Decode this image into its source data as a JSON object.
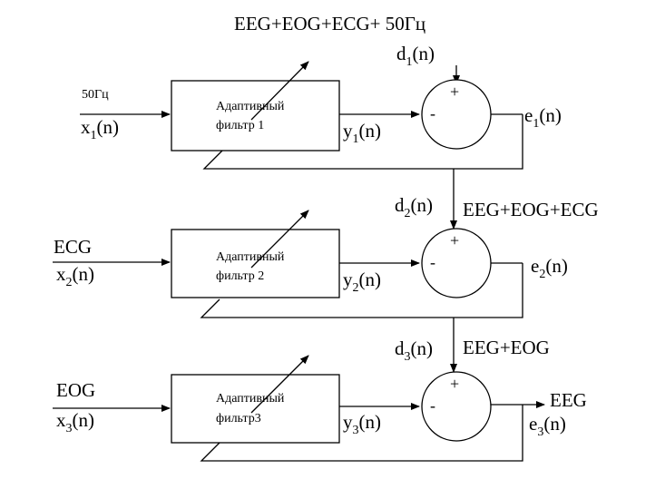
{
  "diagram": {
    "colors": {
      "stroke": "#000000",
      "background": "#ffffff"
    },
    "top_signal": "EEG+EOG+ECG+ 50Гц",
    "stages": [
      {
        "filter_line1": "Адаптивный",
        "filter_line2": "фильтр 1",
        "ref_label": "50Гц",
        "input": {
          "base": "x",
          "sub": "1",
          "arg": "(n)"
        },
        "output": {
          "base": "y",
          "sub": "1",
          "arg": "(n)"
        },
        "desired": {
          "base": "d",
          "sub": "1",
          "arg": "(n)"
        },
        "error": {
          "base": "e",
          "sub": "1",
          "arg": "(n)"
        },
        "plus": "+",
        "minus": "-"
      },
      {
        "filter_line1": "Адаптивный",
        "filter_line2": "фильтр 2",
        "ref_label": "ECG",
        "input": {
          "base": "x",
          "sub": "2",
          "arg": "(n)"
        },
        "output": {
          "base": "y",
          "sub": "2",
          "arg": "(n)"
        },
        "desired": {
          "base": "d",
          "sub": "2",
          "arg": "(n)"
        },
        "error": {
          "base": "e",
          "sub": "2",
          "arg": "(n)"
        },
        "desired_signal": "EEG+EOG+ECG",
        "plus": "+",
        "minus": "-"
      },
      {
        "filter_line1": "Адаптивный",
        "filter_line2": "фильтр3",
        "ref_label": "EOG",
        "input": {
          "base": "x",
          "sub": "3",
          "arg": "(n)"
        },
        "output": {
          "base": "y",
          "sub": "3",
          "arg": "(n)"
        },
        "desired": {
          "base": "d",
          "sub": "3",
          "arg": "(n)"
        },
        "error": {
          "base": "e",
          "sub": "3",
          "arg": "(n)"
        },
        "desired_signal": "EEG+EOG",
        "final_output": "EEG",
        "plus": "+",
        "minus": "-"
      }
    ]
  }
}
